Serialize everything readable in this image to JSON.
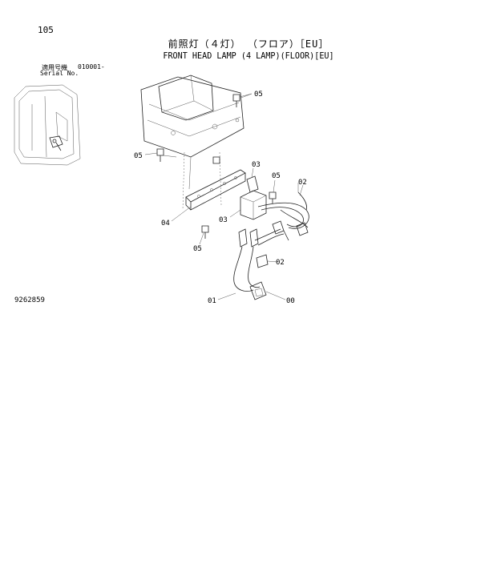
{
  "header": {
    "page_number": "105",
    "title_jp": "前照灯（４灯） （フロア）［EU］",
    "title_en": "FRONT HEAD LAMP (4 LAMP)(FLOOR)[EU]"
  },
  "serial": {
    "label_jp": "適用号機",
    "range": "010001-",
    "label_en": "Serial No."
  },
  "footer": {
    "drawing_number": "9262859"
  },
  "callouts": {
    "c05_top": "05",
    "c05_left": "05",
    "c03_top": "03",
    "c05_mid": "05",
    "c02_top": "02",
    "c04": "04",
    "c03_mid": "03",
    "c05_bottom": "05",
    "c02_mid": "02",
    "c01": "01",
    "c00": "00"
  }
}
